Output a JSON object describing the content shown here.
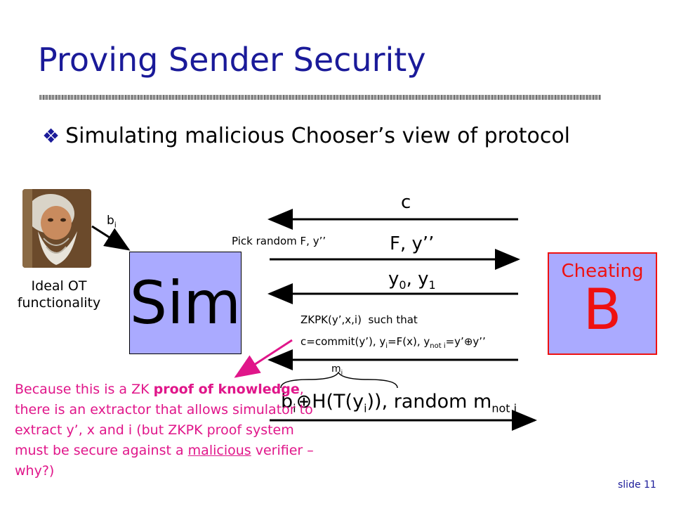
{
  "slide": {
    "title": "Proving Sender Security",
    "bullet": "Simulating malicious Chooser’s view of protocol",
    "slide_number": "slide 11"
  },
  "diagram": {
    "ideal": {
      "line1": "Ideal OT",
      "line2": "functionality",
      "input_base": "b",
      "input_sub": "i"
    },
    "sim_label": "Sim",
    "cheating_label": "Cheating",
    "b_label": "B",
    "msg_c": "c",
    "msg_pick": "Pick random F, y’’",
    "msg_fy": "F, y’’",
    "msg_y0": "y",
    "msg_y0_sub": "0",
    "msg_y_comma": ", y",
    "msg_y1_sub": "1",
    "zkpk": {
      "head": "ZKPK(y’,x,i)",
      "such": "such that",
      "p1": "c=commit(y’), y",
      "p1_sub": "i",
      "p2": "=F(x), y",
      "p2_sub": "not i",
      "p3": "=y’",
      "xor": "⊕",
      "p4": "y’’"
    },
    "final": {
      "m_label": "m",
      "m_sub": "i",
      "b": "b",
      "b_sub": "i",
      "xor": "⊕",
      "h": "H(T(y",
      "h_sub": "i",
      "h_close": ")), random m",
      "m_not_sub": "not i"
    }
  },
  "note": {
    "t1": "Because this is a ZK ",
    "bold1": "proof of knowledge",
    "t2": ", there is an extractor that allows simulator to extract y’, x and i (but ZKPK proof system must be secure against a ",
    "underlined": "malicious",
    "t3": " verifier – why?)"
  },
  "colors": {
    "title": "#1a1a99",
    "box_fill": "#aaaaff",
    "cheating_text": "#ee1111",
    "note_text": "#e0168a",
    "pointer_arrow": "#e0168a"
  },
  "icons": {
    "bullet": "u-bullet-glyph",
    "portrait": "creator-portrait-image"
  }
}
